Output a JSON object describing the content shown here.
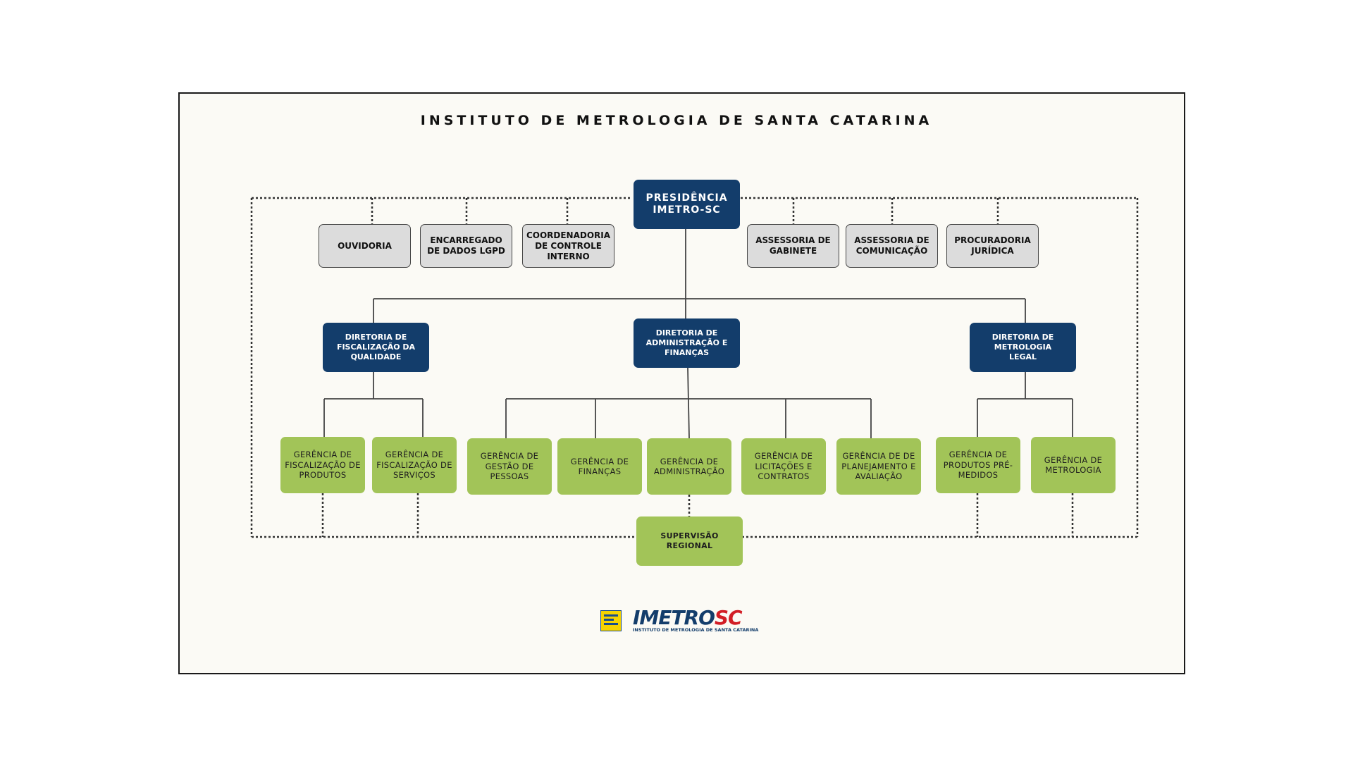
{
  "title": "INSTITUTO DE METROLOGIA DE SANTA CATARINA",
  "presidencia": "PRESIDÊNCIA IMETRO-SC",
  "advisory_left": [
    "OUVIDORIA",
    "ENCARREGADO DE DADOS LGPD",
    "COORDENADORIA DE CONTROLE INTERNO"
  ],
  "advisory_right": [
    "ASSESSORIA DE GABINETE",
    "ASSESSORIA DE COMUNICAÇÃO",
    "PROCURADORIA JURÍDICA"
  ],
  "diretorias": [
    "DIRETORIA DE FISCALIZAÇÃO DA QUALIDADE",
    "DIRETORIA DE ADMINISTRAÇÃO E FINANÇAS",
    "DIRETORIA DE METROLOGIA LEGAL"
  ],
  "gerencias": [
    "GERÊNCIA DE FISCALIZAÇÃO DE PRODUTOS",
    "GERÊNCIA DE FISCALIZAÇÃO DE SERVIÇOS",
    "GERÊNCIA DE GESTÃO DE PESSOAS",
    "GERÊNCIA DE FINANÇAS",
    "GERÊNCIA DE ADMINISTRAÇÃO",
    "GERÊNCIA DE LICITAÇÕES E CONTRATOS",
    "GERÊNCIA DE DE PLANEJAMENTO E AVALIAÇÃO",
    "GERÊNCIA DE PRODUTOS PRÉ-MEDIDOS",
    "GERÊNCIA DE METROLOGIA"
  ],
  "supervisao": "SUPERVISÃO REGIONAL",
  "logo": {
    "brand_main": "IMETRO",
    "brand_accent": "SC",
    "subtitle": "INSTITUTO DE METROLOGIA DE SANTA CATARINA",
    "colors": {
      "navy": "#133d6b",
      "red": "#d21e26",
      "yellow": "#f5d300"
    }
  },
  "colors": {
    "navy": "#133d6b",
    "green": "#a2c458",
    "gray": "#dcdcdc"
  }
}
